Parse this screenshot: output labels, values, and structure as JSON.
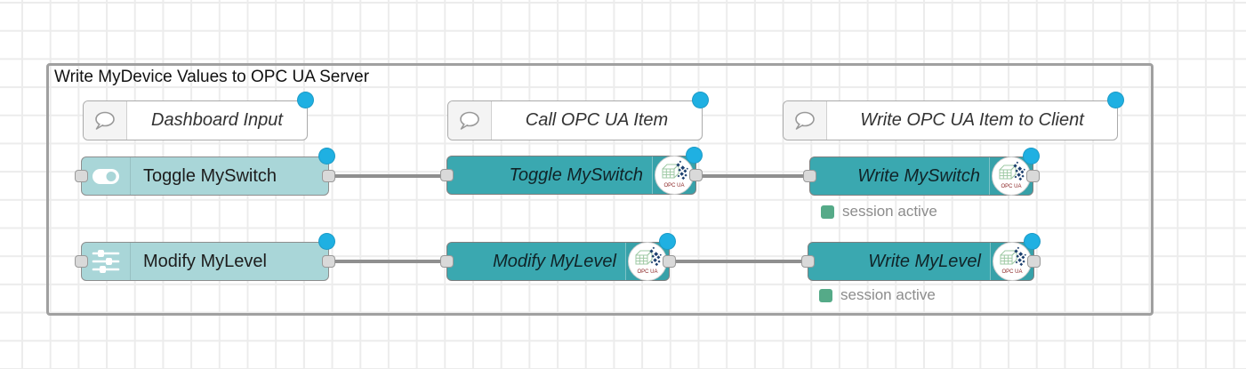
{
  "group": {
    "label": "Write MyDevice Values to OPC UA Server"
  },
  "comments": [
    {
      "label": "Dashboard Input"
    },
    {
      "label": "Call OPC UA Item"
    },
    {
      "label": "Write OPC UA Item to Client"
    }
  ],
  "nodes": [
    {
      "label": "Toggle MySwitch",
      "type": "dashboard-switch"
    },
    {
      "label": "Modify MyLevel",
      "type": "dashboard-slider"
    },
    {
      "label": "Toggle MySwitch",
      "type": "opcua-item"
    },
    {
      "label": "Modify MyLevel",
      "type": "opcua-item"
    },
    {
      "label": "Write MySwitch",
      "type": "opcua-client"
    },
    {
      "label": "Write MyLevel",
      "type": "opcua-client"
    }
  ],
  "statuses": [
    {
      "text": "session active"
    },
    {
      "text": "session active"
    }
  ],
  "badge": {
    "text": "OPC UA"
  },
  "colors": {
    "light_node": "#a9d6d8",
    "dark_node": "#3aa8b0",
    "status_green": "#55aa88",
    "changed_dot": "#1fb0e2",
    "wire": "#8f8f8f"
  }
}
